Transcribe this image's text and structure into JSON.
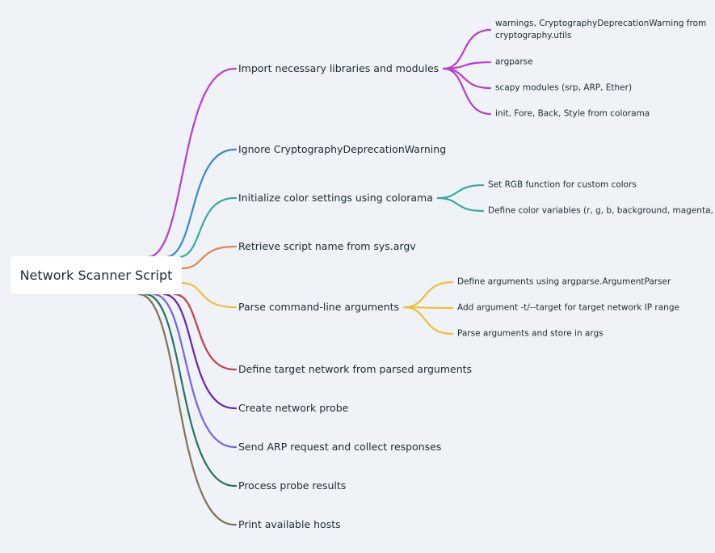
{
  "root": "Network Scanner Script",
  "branches": [
    {
      "label": "Import necessary libraries and modules",
      "color": "#b83fc9",
      "children": [
        {
          "lines": [
            "warnings, CryptographyDeprecationWarning from",
            "cryptography.utils"
          ]
        },
        {
          "lines": [
            "argparse"
          ]
        },
        {
          "lines": [
            "scapy modules (srp, ARP, Ether)"
          ]
        },
        {
          "lines": [
            "init, Fore, Back, Style from colorama"
          ]
        }
      ]
    },
    {
      "label": "Ignore CryptographyDeprecationWarning",
      "color": "#3d86d1",
      "children": []
    },
    {
      "label": "Initialize color settings using colorama",
      "color": "#36ab9b",
      "children": [
        {
          "lines": [
            "Set RGB function for custom colors"
          ]
        },
        {
          "lines": [
            "Define color variables (r, g, b, background, magenta,"
          ]
        }
      ]
    },
    {
      "label": "Retrieve script name from sys.argv",
      "color": "#e3874a",
      "children": []
    },
    {
      "label": "Parse command-line arguments",
      "color": "#eebd3c",
      "children": [
        {
          "lines": [
            "Define arguments using argparse.ArgumentParser"
          ]
        },
        {
          "lines": [
            "Add argument -t/--target for target network IP range"
          ]
        },
        {
          "lines": [
            "Parse arguments and store in args"
          ]
        }
      ]
    },
    {
      "label": "Define target network from parsed arguments",
      "color": "#c83c4d",
      "children": []
    },
    {
      "label": "Create network probe",
      "color": "#6a22b3",
      "children": []
    },
    {
      "label": "Send ARP request and collect responses",
      "color": "#7762e6",
      "children": []
    },
    {
      "label": "Process probe results",
      "color": "#25735e",
      "children": []
    },
    {
      "label": "Print available hosts",
      "color": "#837359",
      "children": []
    }
  ]
}
